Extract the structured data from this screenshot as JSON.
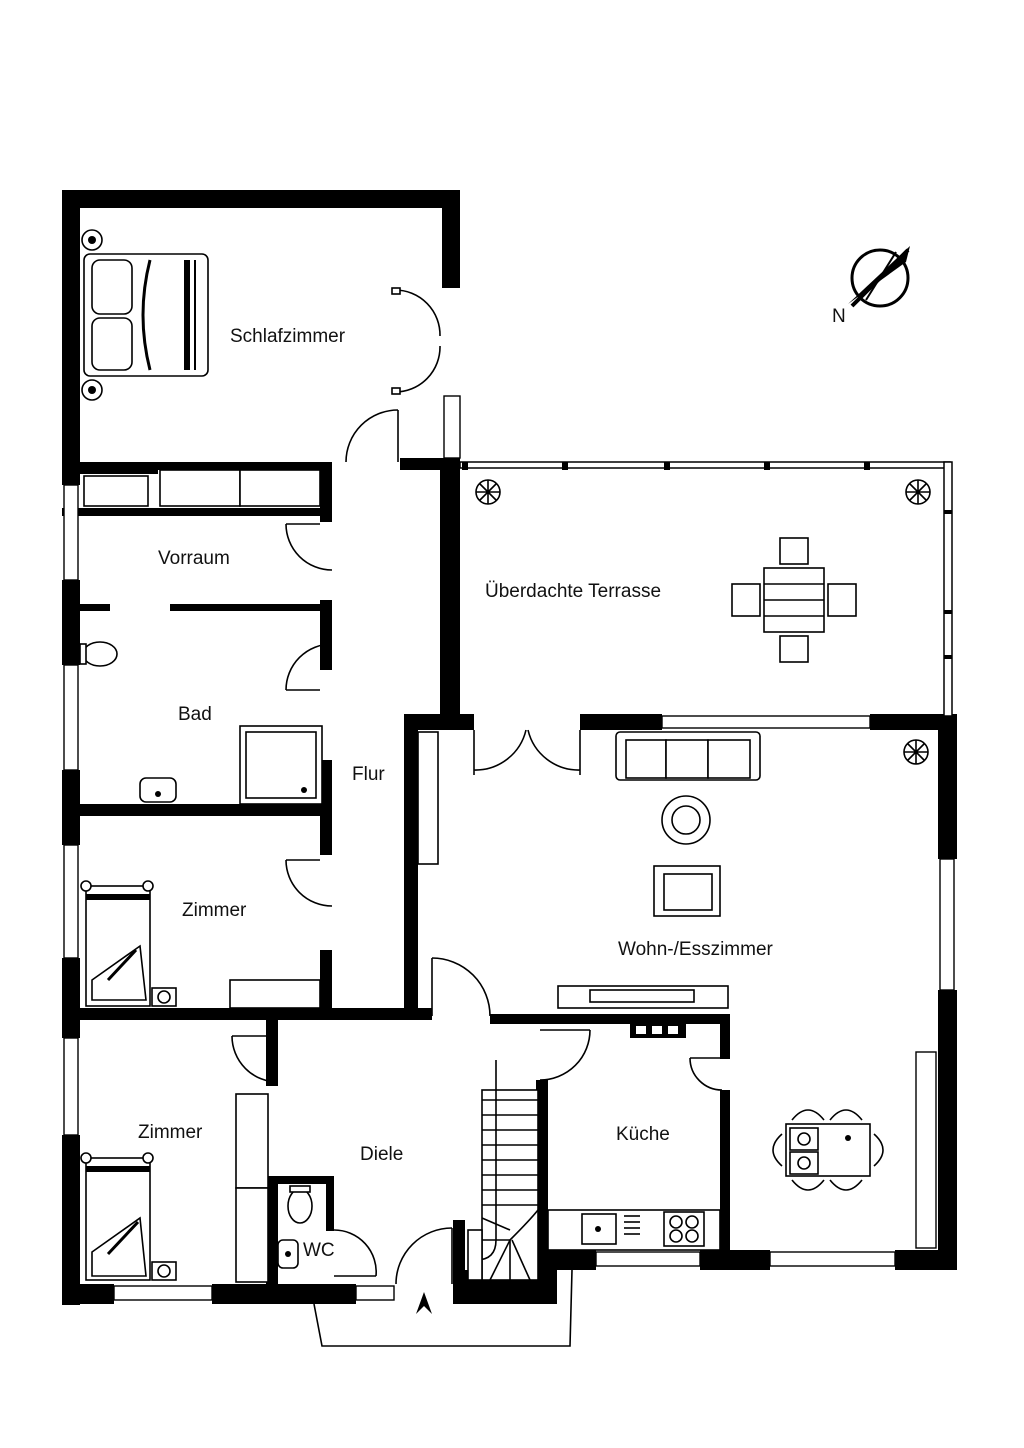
{
  "rooms": {
    "schlafzimmer": "Schlafzimmer",
    "vorraum": "Vorraum",
    "bad": "Bad",
    "flur": "Flur",
    "zimmer_1": "Zimmer",
    "zimmer_2": "Zimmer",
    "diele": "Diele",
    "wc": "WC",
    "kueche": "Küche",
    "wohnen": "Wohn-/Esszimmer",
    "terrasse": "Überdachte Terrasse"
  },
  "compass": {
    "label": "N",
    "icon": "north-arrow-icon"
  },
  "entrance": {
    "icon": "entrance-arrow-icon"
  },
  "colors": {
    "walls": "#000000",
    "background": "#ffffff"
  }
}
